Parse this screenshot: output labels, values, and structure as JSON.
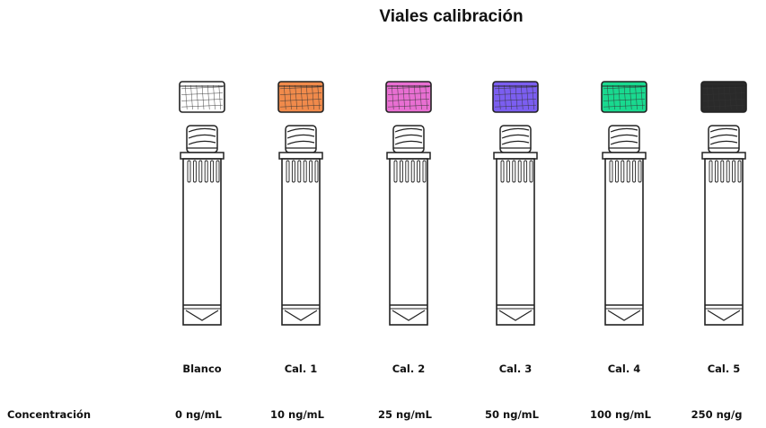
{
  "title": "Viales calibración",
  "row_label": "Concentración",
  "vials": [
    {
      "label": "Blanco",
      "concentration": "0 ng/mL",
      "cap_color": "#ffffff"
    },
    {
      "label": "Cal. 1",
      "concentration": "10 ng/mL",
      "cap_color": "#f08a4b"
    },
    {
      "label": "Cal. 2",
      "concentration": "25 ng/mL",
      "cap_color": "#e86fd2"
    },
    {
      "label": "Cal. 3",
      "concentration": "50 ng/mL",
      "cap_color": "#7b5ef0"
    },
    {
      "label": "Cal. 4",
      "concentration": "100 ng/mL",
      "cap_color": "#19d98f"
    },
    {
      "label": "Cal. 5",
      "concentration": "250 ng/g",
      "cap_color": "#2a2a2a"
    }
  ]
}
